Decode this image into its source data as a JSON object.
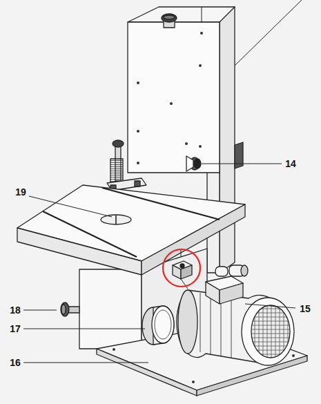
{
  "diagram": {
    "labels": [
      "14",
      "15",
      "16",
      "17",
      "18",
      "19"
    ]
  }
}
